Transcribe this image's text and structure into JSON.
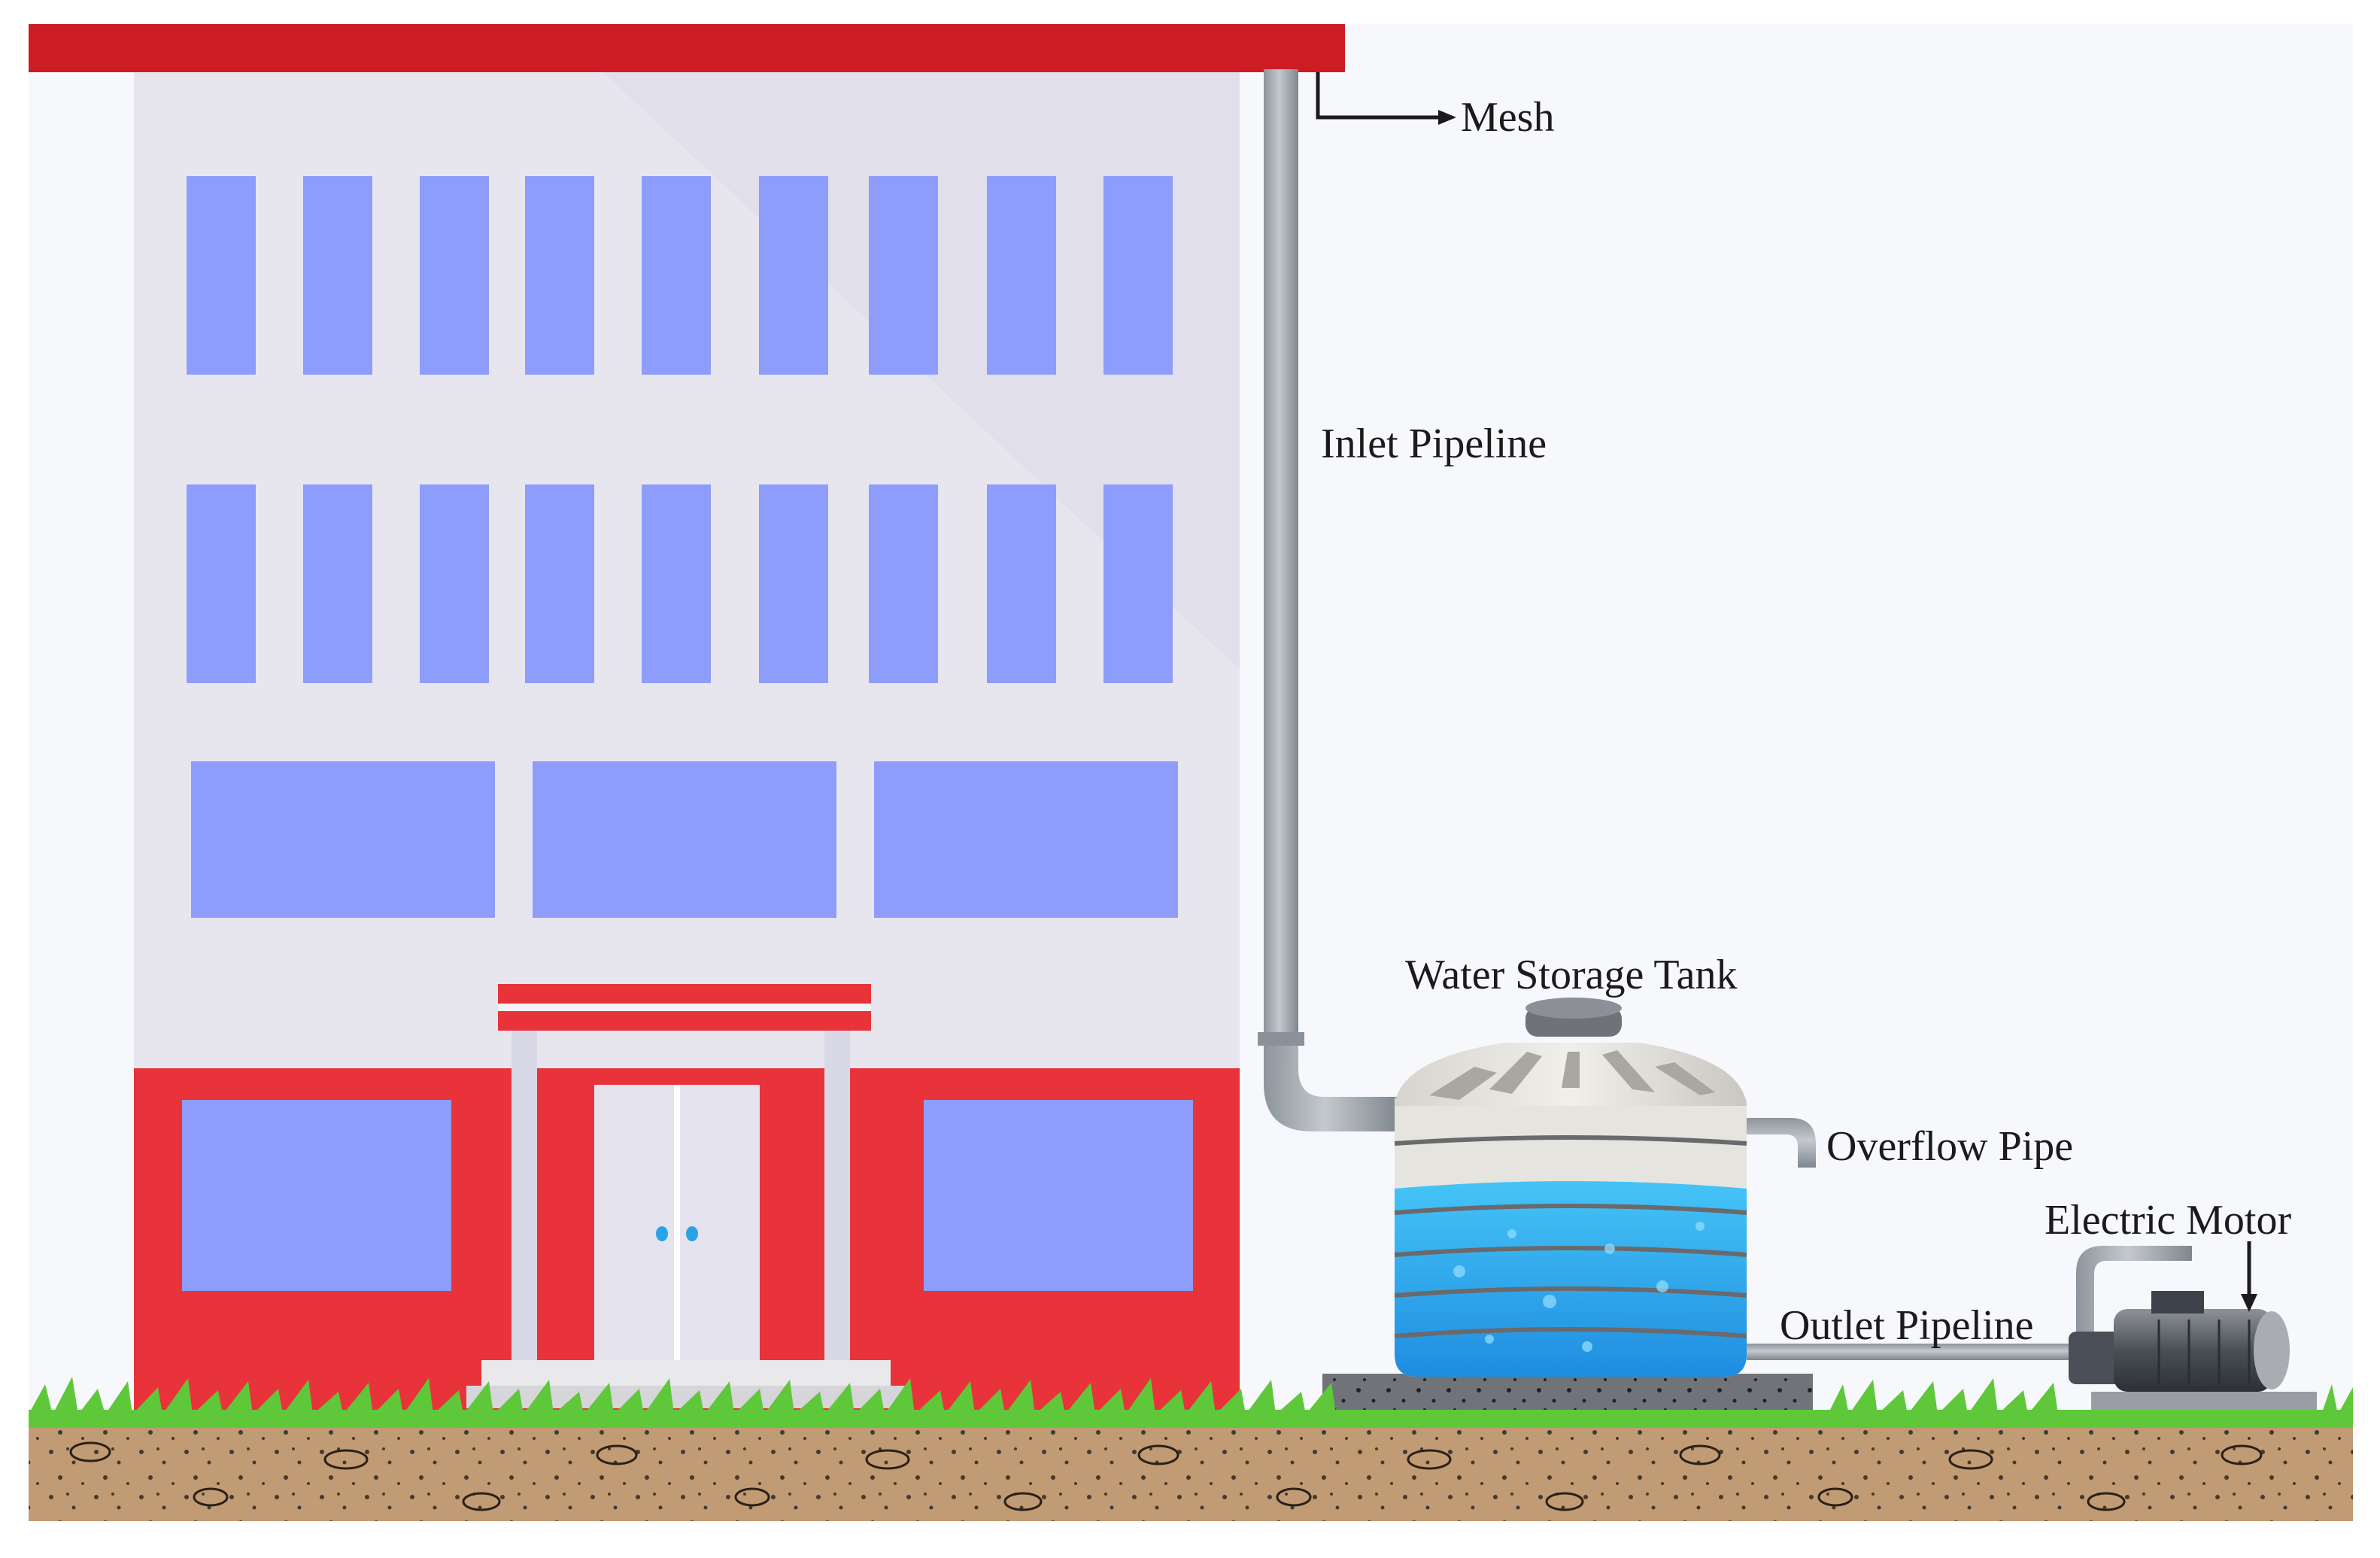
{
  "labels": {
    "mesh": "Mesh",
    "inlet_pipeline": "Inlet Pipeline",
    "water_storage_tank": "Water Storage Tank",
    "overflow_pipe": "Overflow Pipe",
    "electric_motor": "Electric Motor",
    "outlet_pipeline": "Outlet Pipeline"
  },
  "colors": {
    "roof": "#cd1c24",
    "wall": "#e2e1ec",
    "window": "#8e9cfc",
    "base_wall": "#e8333a",
    "pipe": "#9fa6ad",
    "water": "#33a8f0",
    "soil": "#c19b73",
    "grass": "#5ec83a",
    "sky": "#f7f8fc"
  }
}
